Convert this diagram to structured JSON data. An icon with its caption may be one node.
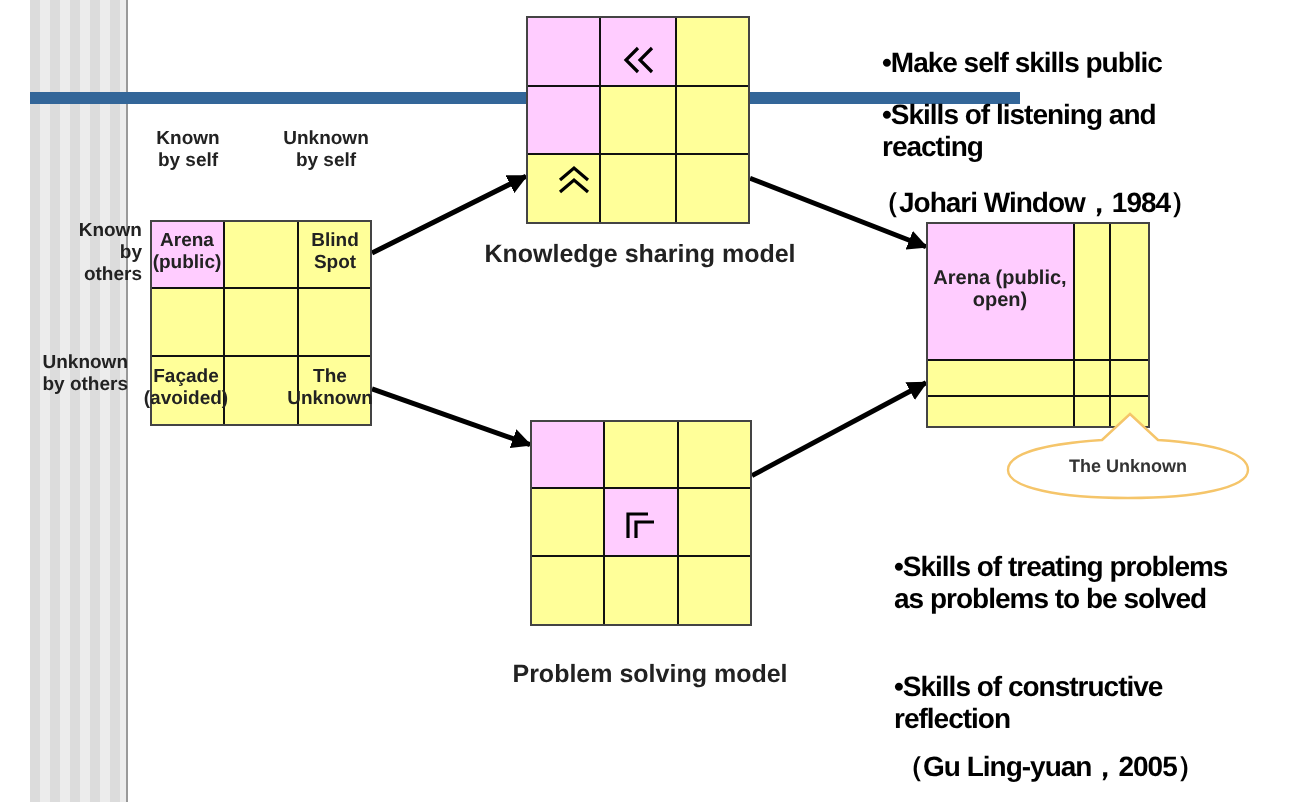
{
  "diagram": {
    "nodes": [
      {
        "text": [],
        "shape": "box"
      },
      {
        "text": [
          "Arena (public)"
        ],
        "in": 0
      },
      {
        "text": [
          "Blind Spot"
        ],
        "in": 0
      },
      {
        "text": [
          "Façade (avoided)"
        ],
        "in": 0
      },
      {
        "text": [
          "The Unknown"
        ],
        "in": 0
      },
      {
        "text": [],
        "shape": "box",
        "beside": [
          "Knowledge sharing model"
        ]
      },
      {
        "text": [],
        "shape": "box",
        "beside": [
          "Problem solving model"
        ]
      },
      {
        "text": [],
        "shape": "box"
      },
      {
        "text": [
          "Arena (public, open)"
        ],
        "in": 7
      },
      {
        "text": [
          "The Unknown"
        ]
      }
    ],
    "edges": [
      {
        "from": 0,
        "to": 5,
        "arrow": "to"
      },
      {
        "from": 0,
        "to": 6,
        "arrow": "to"
      },
      {
        "from": 5,
        "to": 7,
        "arrow": "to"
      },
      {
        "from": 6,
        "to": 7,
        "arrow": "to"
      }
    ],
    "labels": [
      "Known by self",
      "Unknown by self",
      "Known by others",
      "Unknown by others",
      "•Make self skills public",
      "•Skills of listening and reacting",
      "（Johari Window，1984）",
      "•Skills of treating problems as problems to be solved",
      "•Skills of constructive reflection",
      "（Gu Ling-yuan，2005）"
    ]
  }
}
